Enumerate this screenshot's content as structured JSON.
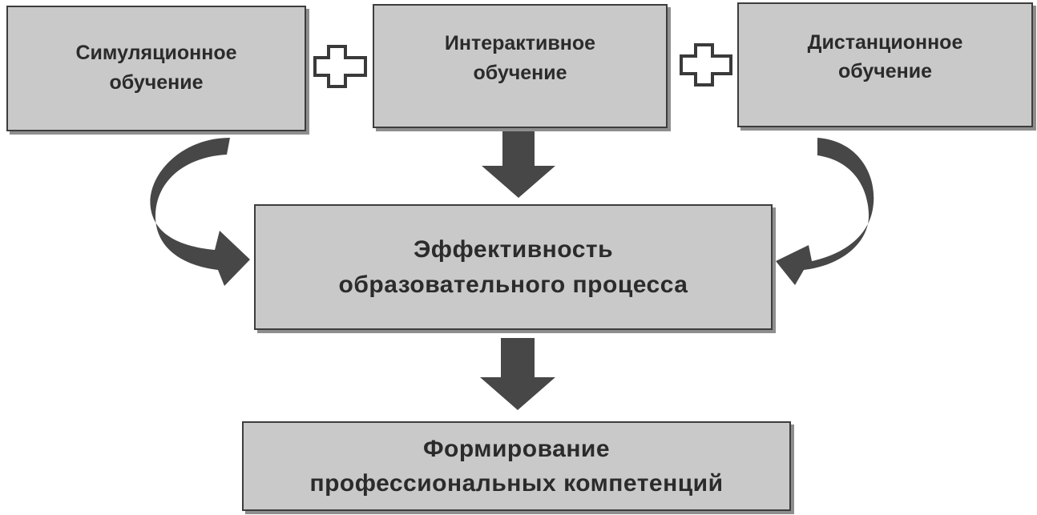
{
  "diagram": {
    "top_boxes": [
      {
        "line1": "Симуляционное",
        "line2": "обучение"
      },
      {
        "line1": "Интерактивное",
        "line2": "обучение"
      },
      {
        "line1": "Дистанционное",
        "line2": "обучение"
      }
    ],
    "middle_box": {
      "line1": "Эффективность",
      "line2": "образовательного  процесса"
    },
    "bottom_box": {
      "line1": "Формирование",
      "line2": "профессиональных компетенций"
    },
    "connectors": {
      "plus_icon": "plus-icon",
      "down_arrow_icon": "arrow-down-icon",
      "curved_arrow_icon": "curved-arrow-icon"
    },
    "colors": {
      "box_fill": "#c9c9c9",
      "box_border": "#3d3d3d",
      "shadow": "#8e8e8e",
      "arrow_fill": "#474747",
      "text": "#2b2b2b"
    }
  }
}
